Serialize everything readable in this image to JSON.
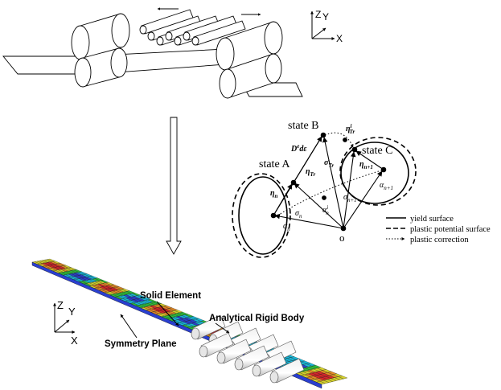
{
  "axes_top": {
    "z": "Z",
    "y": "Y",
    "x": "X"
  },
  "axes_bottom": {
    "z": "Z",
    "y": "Y",
    "x": "X"
  },
  "states": {
    "a": "state A",
    "b": "state B",
    "c": "state C"
  },
  "math": {
    "eta_n": "η",
    "eta_n_sub": "n",
    "alpha_n": "α",
    "alpha_n_sub": "n",
    "alpha_n_i": "α",
    "alpha_n_i_sup": "i",
    "alpha_n_i_sub": "n",
    "sigma_n": "σ",
    "sigma_n_sub": "n",
    "sigma_tr": "σ",
    "sigma_tr_sub": "Tr",
    "sigma_n1": "σ",
    "sigma_n1_sub": "n+1",
    "eta_tr": "η",
    "eta_tr_sub": "Tr",
    "eta_tr_i": "η",
    "eta_tr_i_sup": "i",
    "eta_tr_i_sub": "Tr",
    "eta_n1": "η",
    "eta_n1_sub": "n+1",
    "alpha_n1": "α",
    "alpha_n1_sub": "n+1",
    "de": "D",
    "de_sup": "e",
    "de_rest": "dε",
    "origin": "o"
  },
  "legend": {
    "yield": "yield surface",
    "potential": "plastic potential surface",
    "correction": "plastic correction"
  },
  "fe_labels": {
    "solid": "Solid Element",
    "rigid": "Analytical Rigid Body",
    "symmetry": "Symmetry Plane"
  },
  "colors": {
    "line": "#000000",
    "roller_fill": "#ffffff",
    "fem_blue": "#2a3fd0",
    "fem_cyan": "#18b7d8",
    "fem_green": "#2ebd3a",
    "fem_yellow": "#d4d02a",
    "fem_orange": "#e48a24",
    "fem_red": "#d7262a"
  }
}
